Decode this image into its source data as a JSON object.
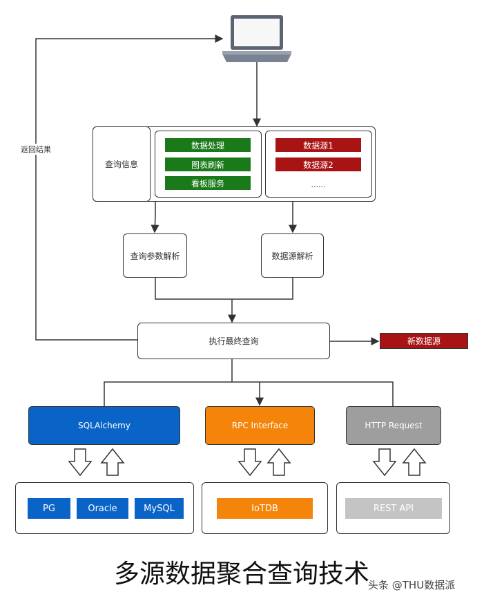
{
  "labels": {
    "return_result": "返回结果",
    "query_info": "查询信息",
    "data_processing": "数据处理",
    "chart_refresh": "图表刷新",
    "board_service": "看板服务",
    "datasource1": "数据源1",
    "datasource2": "数据源2",
    "ellipsis": "......",
    "query_param_parse": "查询参数解析",
    "datasource_parse": "数据源解析",
    "execute_final_query": "执行最终查询",
    "new_datasource": "新数据源",
    "sqlalchemy": "SQLAlchemy",
    "rpc_interface": "RPC Interface",
    "http_request": "HTTP Request",
    "pg": "PG",
    "oracle": "Oracle",
    "mysql": "MySQL",
    "iotdb": "IoTDB",
    "rest_api": "REST API"
  },
  "caption": "多源数据聚合查询技术",
  "watermark": "头条 @THU数据派",
  "icons": [
    "laptop-icon",
    "down-arrow-icon",
    "up-arrow-icon"
  ],
  "colors": {
    "green": "#1a7a1a",
    "red": "#a81313",
    "blue": "#0a64c8",
    "orange": "#f5850a",
    "gray": "#9e9e9e",
    "light_gray": "#c4c4c4"
  }
}
